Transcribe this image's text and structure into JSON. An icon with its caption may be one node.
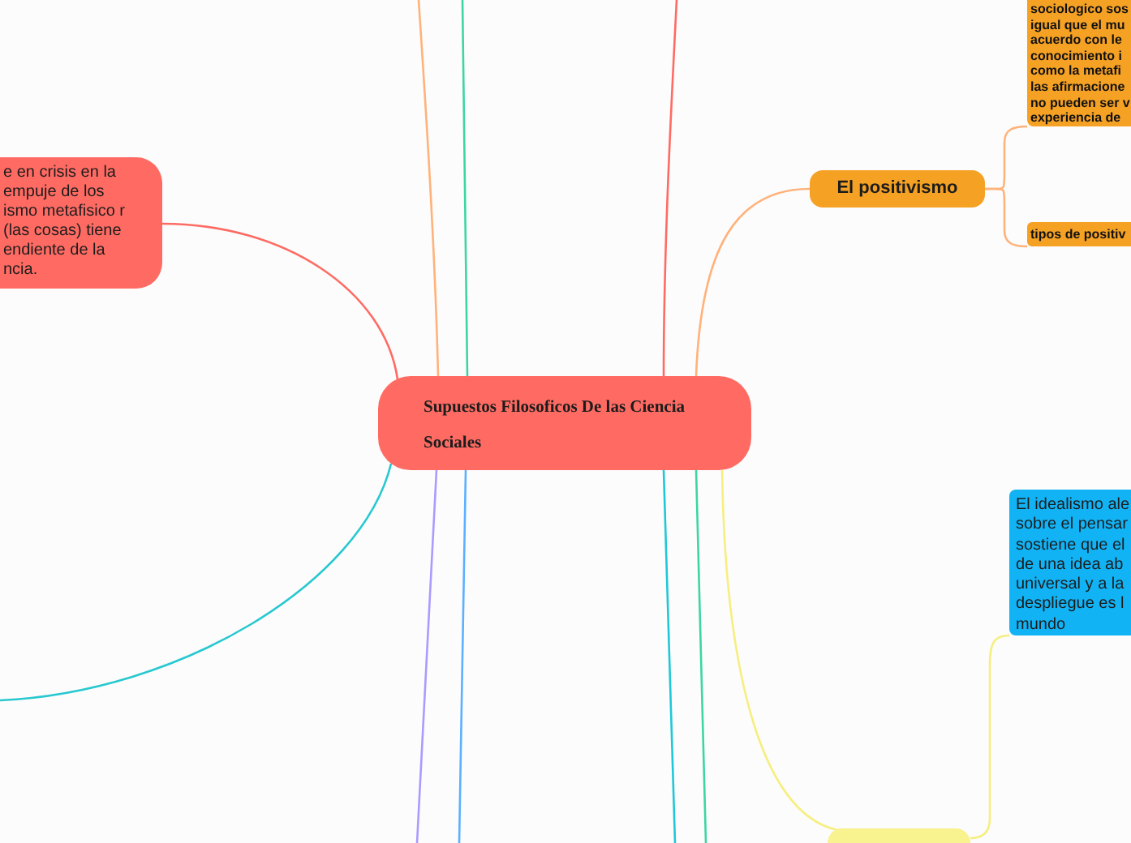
{
  "diagram": {
    "nodes": [
      {
        "text": [
          "Supuestos Filosoficos De las Ciencia Sociales"
        ]
      },
      {
        "text": [
          "e en crisis en la empuje de los ismo metafisico r (las cosas) tiene endiente de la ncia."
        ]
      },
      {
        "text": [
          "El positivismo"
        ]
      },
      {
        "text": [
          "sociologico sos igual que el mu acuerdo con le conocimiento i como la metafi las afirmacione no pueden ser v experiencia de"
        ]
      },
      {
        "text": [
          "tipos de positiv"
        ]
      },
      {
        "text": [
          "El idealismo ale sobre el pensar sostiene que el de una idea ab universal y a la despliegue es l mundo"
        ]
      },
      {
        "text": [],
        "shape": "box"
      }
    ],
    "edges": [
      {
        "from": 0,
        "to": 1,
        "arrow": "none",
        "color": "#ff6b63"
      },
      {
        "from": 0,
        "to": 2,
        "arrow": "none",
        "color": "#ffb27a"
      },
      {
        "from": 2,
        "to": 3,
        "arrow": "none",
        "color": "#ffb27a"
      },
      {
        "from": 2,
        "to": 4,
        "arrow": "none",
        "color": "#ffb27a"
      },
      {
        "from": 0,
        "to": 6,
        "arrow": "none",
        "color": "#f7ee80"
      },
      {
        "from": 6,
        "to": 5,
        "arrow": "none",
        "color": "#f7ee80"
      },
      {
        "from": 0,
        "to": null,
        "arrow": "none",
        "color": "#ffb27a"
      },
      {
        "from": 0,
        "to": null,
        "arrow": "none",
        "color": "#3dd6a3"
      },
      {
        "from": 0,
        "to": null,
        "arrow": "none",
        "color": "#ff6b63"
      },
      {
        "from": 0,
        "to": null,
        "arrow": "none",
        "color": "#27c8d0"
      },
      {
        "from": 0,
        "to": null,
        "arrow": "none",
        "color": "#a99bff"
      },
      {
        "from": 0,
        "to": null,
        "arrow": "none",
        "color": "#5bb0ff"
      },
      {
        "from": 0,
        "to": null,
        "arrow": "none",
        "color": "#1fc8d8"
      },
      {
        "from": 0,
        "to": null,
        "arrow": "none",
        "color": "#3dd6a3"
      }
    ]
  }
}
